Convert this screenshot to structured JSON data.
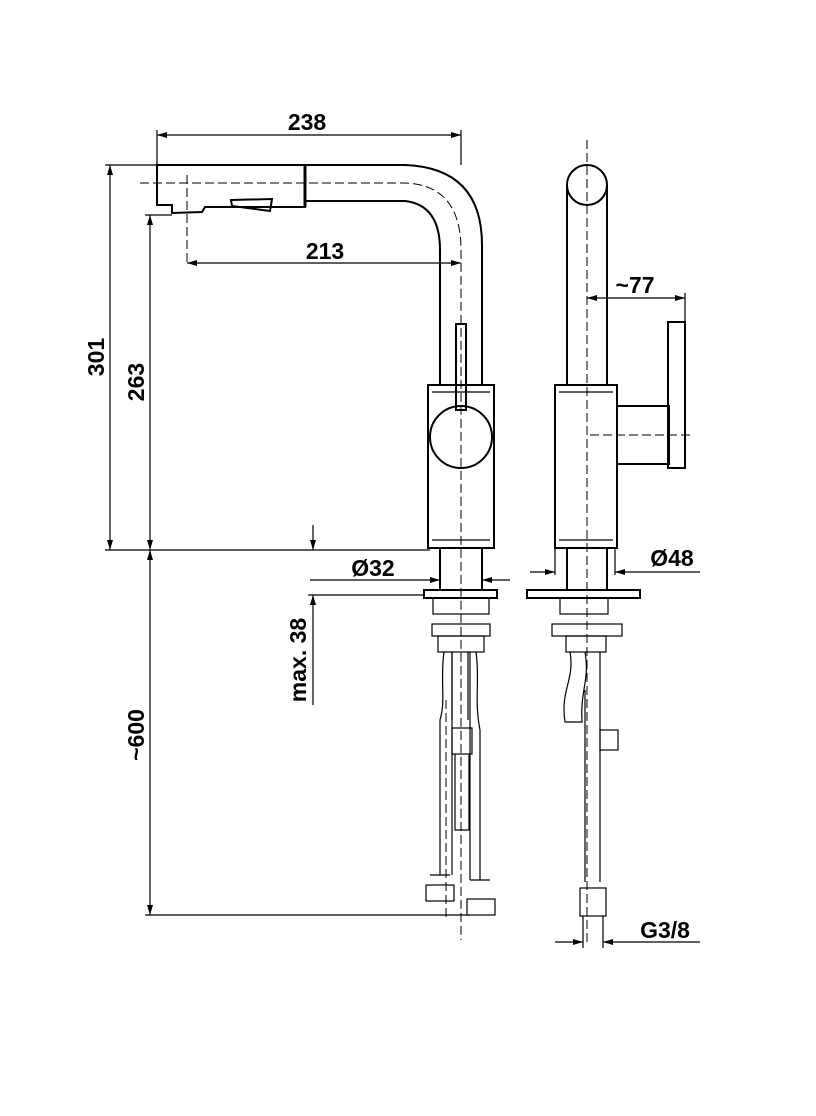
{
  "drawing": {
    "dimensions": {
      "spout_reach": "238",
      "spout_reach_to_outlet": "213",
      "total_height": "301",
      "outlet_height": "263",
      "hose_length": "~600",
      "max_counter_thickness": "max. 38",
      "mounting_hole_diameter": "Ø32",
      "base_diameter": "Ø48",
      "lever_offset": "~77",
      "connection_thread": "G3/8"
    }
  }
}
